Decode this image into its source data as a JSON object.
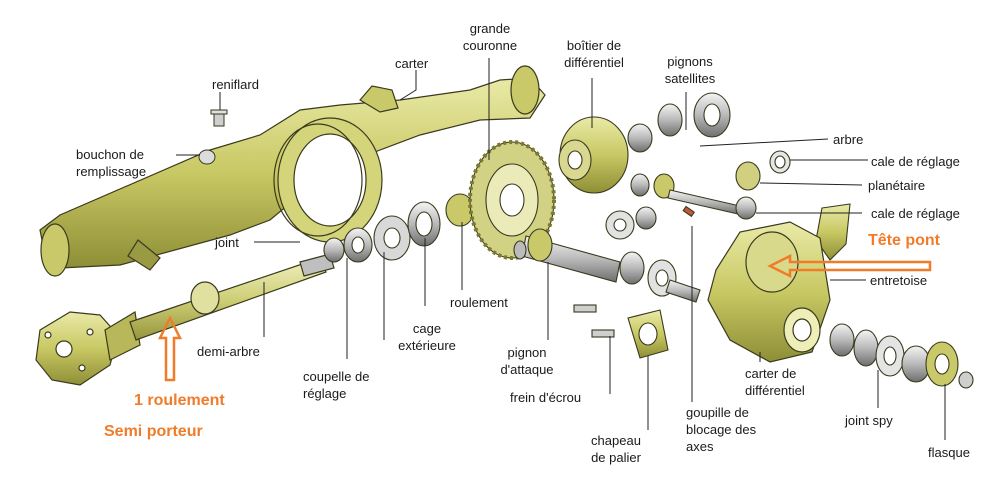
{
  "colors": {
    "part_fill": "#c9c96a",
    "part_light": "#e7e7a8",
    "part_dark": "#8f8f3a",
    "outline": "#3a3a1e",
    "leader": "#222222",
    "annotation": "#f07c2a",
    "background": "#ffffff"
  },
  "labels": {
    "reniflard": "reniflard",
    "carter": "carter",
    "grande_couronne": [
      "grande",
      "couronne"
    ],
    "boitier_differentiel": [
      "boîtier de",
      "différentiel"
    ],
    "pignons_satellites": [
      "pignons",
      "satellites"
    ],
    "arbre": "arbre",
    "cale_reglage_1": "cale de réglage",
    "planetaire": "planétaire",
    "cale_reglage_2": "cale de réglage",
    "bouchon_remplissage": [
      "bouchon de",
      "remplissage"
    ],
    "joint": "joint",
    "roulement": "roulement",
    "cage_exterieure": [
      "cage",
      "extérieure"
    ],
    "demi_arbre": "demi-arbre",
    "coupelle_reglage": [
      "coupelle de",
      "réglage"
    ],
    "pignon_attaque": [
      "pignon",
      "d'attaque"
    ],
    "frein_ecrou": "frein d'écrou",
    "chapeau_palier": [
      "chapeau",
      "de palier"
    ],
    "goupille_blocage": [
      "goupille de",
      "blocage des",
      "axes"
    ],
    "carter_differentiel": [
      "carter de",
      "différentiel"
    ],
    "entretoise": "entretoise",
    "joint_spy": "joint spy",
    "flasque": "flasque"
  },
  "annotations": {
    "tete_pont": "Tête pont",
    "un_roulement": "1 roulement",
    "semi_porteur": "Semi porteur"
  }
}
